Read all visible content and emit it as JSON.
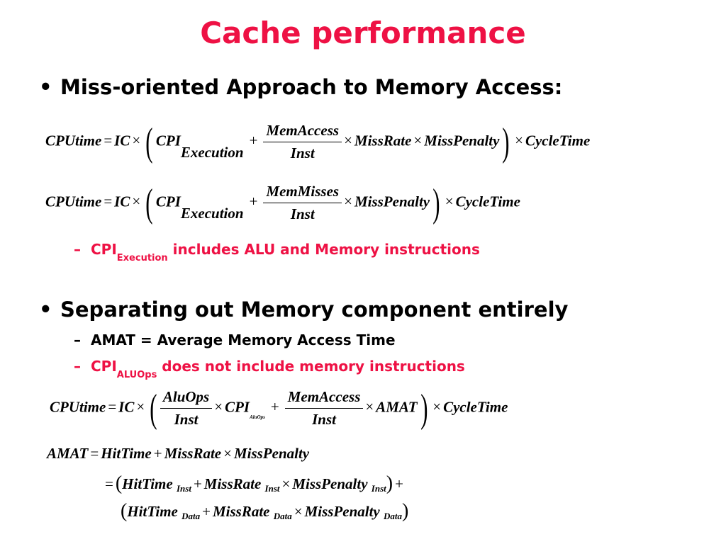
{
  "slide": {
    "title": "Cache performance",
    "bullet1": "Miss-oriented Approach to Memory Access:",
    "bullet2": "Separating out Memory component entirely",
    "bullet_symbol": "•",
    "dash_symbol": "–"
  },
  "eq1": {
    "lhs": "CPUtime",
    "eq": "=",
    "ic": "IC",
    "times": "×",
    "cpi": "CPI",
    "cpi_sub": "Execution",
    "plus": "+",
    "num": "MemAccess",
    "den": "Inst",
    "miss_rate": "MissRate",
    "miss_penalty": "MissPenalty",
    "cycle_time": "CycleTime"
  },
  "eq2": {
    "lhs": "CPUtime",
    "eq": "=",
    "ic": "IC",
    "times": "×",
    "cpi": "CPI",
    "cpi_sub": "Execution",
    "plus": "+",
    "num": "MemMisses",
    "den": "Inst",
    "miss_penalty": "MissPenalty",
    "cycle_time": "CycleTime"
  },
  "sub1": {
    "cpi": "CPI",
    "sub": "Execution",
    "text": " includes ALU and Memory instructions"
  },
  "sub2": {
    "text": "AMAT = Average Memory Access Time"
  },
  "sub3": {
    "cpi": "CPI",
    "sub": "ALUOps",
    "text": " does not include memory instructions"
  },
  "eq3": {
    "lhs": "CPUtime",
    "eq": "=",
    "ic": "IC",
    "times": "×",
    "num1": "AluOps",
    "den1": "Inst",
    "cpi": "CPI",
    "cpi_sub": "AluOps",
    "plus": "+",
    "num2": "MemAccess",
    "den2": "Inst",
    "amat": "AMAT",
    "cycle_time": "CycleTime"
  },
  "eq4": {
    "lhs": "AMAT",
    "eq": "=",
    "hit_time": "HitTime",
    "plus": "+",
    "miss_rate": "MissRate",
    "times": "×",
    "miss_penalty": "MissPenalty"
  },
  "eq5": {
    "eq": "=",
    "hit_time": "HitTime",
    "miss_rate": "MissRate",
    "miss_penalty": "MissPenalty",
    "sub": "Inst",
    "plus": "+",
    "times": "×",
    "trail_plus": "+"
  },
  "eq6": {
    "hit_time": "HitTime",
    "miss_rate": "MissRate",
    "miss_penalty": "MissPenalty",
    "sub": "Data",
    "plus": "+",
    "times": "×"
  }
}
